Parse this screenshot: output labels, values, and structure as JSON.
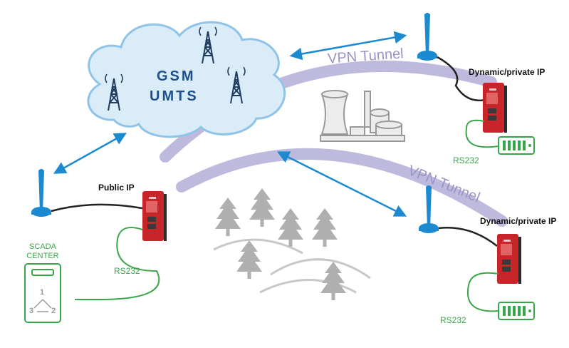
{
  "cloud": {
    "line1": "GSM",
    "line2": "UMTS"
  },
  "tunnels": {
    "upper": "VPN Tunnel",
    "lower": "VPN Tunnel"
  },
  "routers": {
    "public": {
      "label": "Public IP"
    },
    "remote_top": {
      "label": "Dynamic/private IP"
    },
    "remote_bottom": {
      "label": "Dynamic/private IP"
    }
  },
  "serial_links": {
    "left": "RS232",
    "top_right": "RS232",
    "bottom_right": "RS232"
  },
  "scada": {
    "line1": "SCADA",
    "line2": "CENTER",
    "node1": "1",
    "node2": "2",
    "node3": "3"
  },
  "colors": {
    "cloud_fill": "#d9ecf8",
    "cloud_stroke": "#8fc4e8",
    "arrow": "#1b8ad1",
    "tunnel": "#b3aed8",
    "router": "#c8252b",
    "serial_line": "#3aa64a",
    "scenery": "#b0b0b0"
  }
}
